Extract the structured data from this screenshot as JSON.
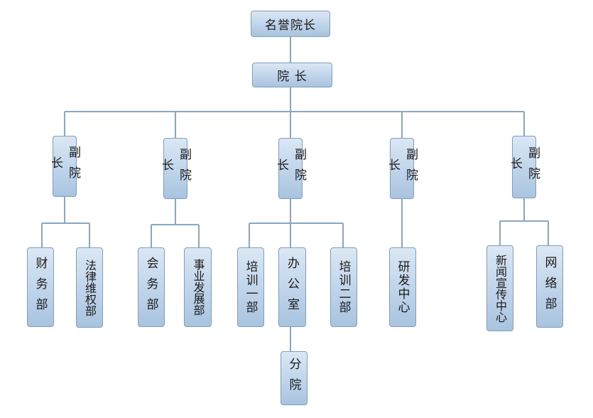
{
  "nodes": {
    "honorary_president": "名誉院长",
    "president": "院 长",
    "vp1": "副院长",
    "vp2": "副院长",
    "vp3": "副院长",
    "vp4": "副院长",
    "vp5": "副院长",
    "finance": "财务部",
    "legal": "法律维权部",
    "membership": "会务部",
    "career_dev": "事业发展部",
    "training1": "培训一部",
    "office": "办公室",
    "training2": "培训二部",
    "rnd": "研发中心",
    "news": "新闻宣传中心",
    "network": "网络部",
    "branch": "分院"
  }
}
